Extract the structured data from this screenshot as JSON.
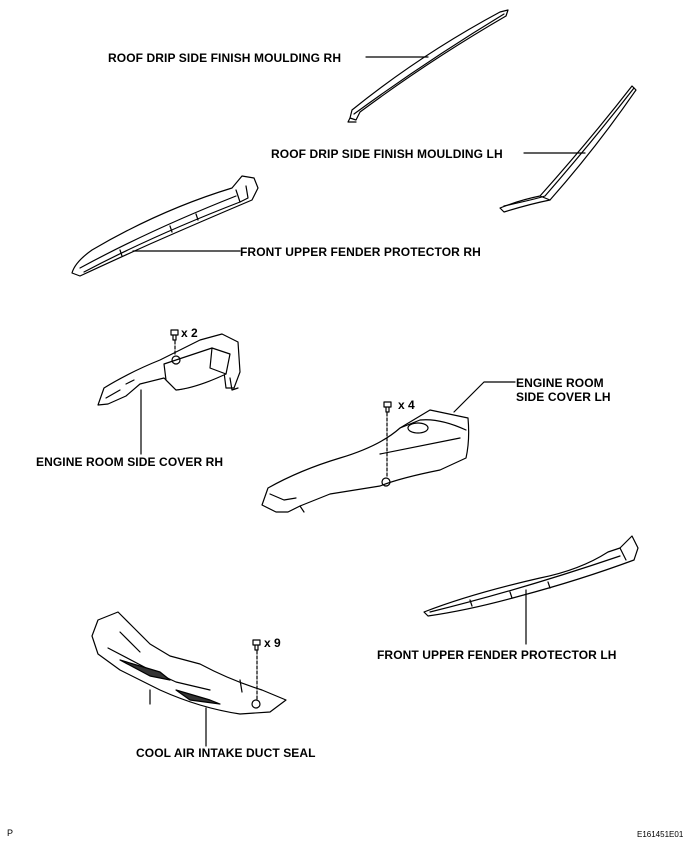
{
  "labels": {
    "roof_rh": "ROOF DRIP SIDE FINISH MOULDING RH",
    "roof_lh": "ROOF DRIP SIDE FINISH MOULDING LH",
    "fender_rh": "FRONT UPPER FENDER PROTECTOR RH",
    "cover_rh": "ENGINE ROOM SIDE COVER RH",
    "cover_lh": "ENGINE ROOM\nSIDE COVER LH",
    "fender_lh": "FRONT UPPER FENDER PROTECTOR LH",
    "duct_seal": "COOL AIR INTAKE DUCT SEAL"
  },
  "quantities": {
    "cover_rh_clips": "x 2",
    "cover_lh_clips": "x 4",
    "duct_seal_clips": "x 9"
  },
  "footer": {
    "left_code": "P",
    "figure_id": "E161451E01"
  }
}
